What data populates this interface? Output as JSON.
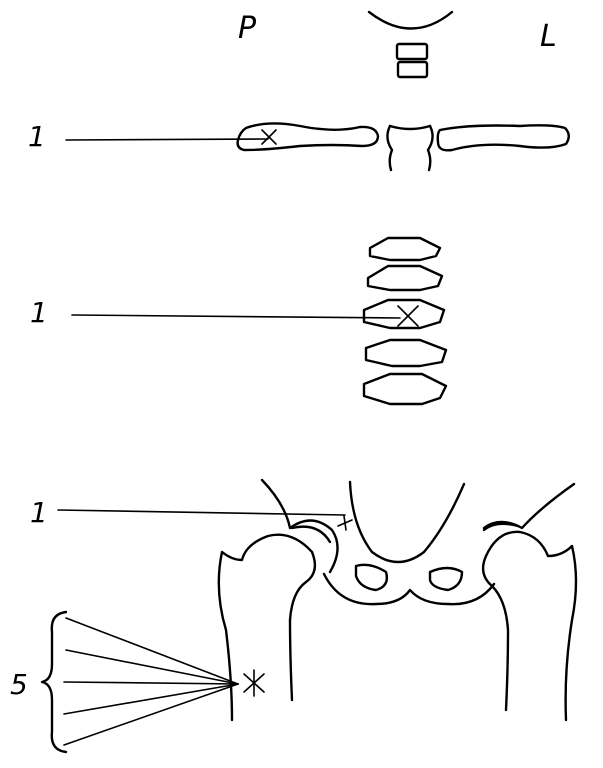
{
  "labels": {
    "side_right": "P",
    "side_left": "L",
    "marker_clavicle": "1",
    "marker_spine": "1",
    "marker_pelvis": "1",
    "marker_femur": "5"
  }
}
